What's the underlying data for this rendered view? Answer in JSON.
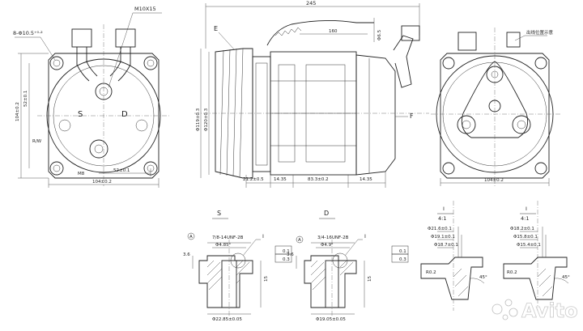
{
  "front_view": {
    "thread_label": "M10X15",
    "hole_label": "8-Φ10.5⁺⁰·²",
    "dim_52_v": "52±0.1",
    "dim_104_v": "104±0.2",
    "dim_52_h": "52±0.1",
    "dim_104_h": "104±0.2",
    "port_s": "S",
    "port_d": "D",
    "small_note_1": "R/W",
    "small_note_2": "M8"
  },
  "side_view": {
    "overall_length": "245",
    "section_e": "E",
    "section_f": "F",
    "dim_phi_pulley": "Φ119±0.3",
    "dim_phi_body": "Φ120±0.3",
    "dim_212": "21.2±0.5",
    "dim_1435_a": "14.35",
    "dim_833": "83.3±0.2",
    "dim_1435_b": "14.35",
    "cable_len": "160",
    "cable_end": "Φ6.5"
  },
  "rear_view": {
    "dim_104": "104±0.2",
    "label_note": "出线位置示意"
  },
  "section_s": {
    "title": "S",
    "thread": "7/8-14UNF-2B",
    "dim_top": "Φ4.85⁰",
    "callout": "I",
    "tol_a": "0.1",
    "tol_b": "0.3",
    "datum": "A",
    "dim_depth": "3.6",
    "dim_bottom": "Φ22.85±0.05",
    "dim_side": "15"
  },
  "section_d": {
    "title": "D",
    "thread": "3/4-16UNF-2B",
    "dim_top": "Φ4.9⁰",
    "callout": "I",
    "tol_a": "0.1",
    "tol_b": "0.3",
    "datum": "A",
    "dim_depth": "3.6",
    "dim_bottom": "Φ19.05±0.05",
    "dim_side": "15"
  },
  "detail_1": {
    "title": "I",
    "scale": "4:1",
    "d1": "Φ21.6±0.1",
    "d2": "Φ19.1±0.1",
    "d3": "Φ18.7±0.1",
    "angle": "45°",
    "r": "R0.2"
  },
  "detail_2": {
    "title": "I",
    "scale": "4:1",
    "d1": "Φ18.2±0.1",
    "d2": "Φ15.8±0.1",
    "d3": "Φ15.4±0.1",
    "angle": "45°",
    "r": "R0.2"
  },
  "watermark": {
    "text": "Avito"
  }
}
